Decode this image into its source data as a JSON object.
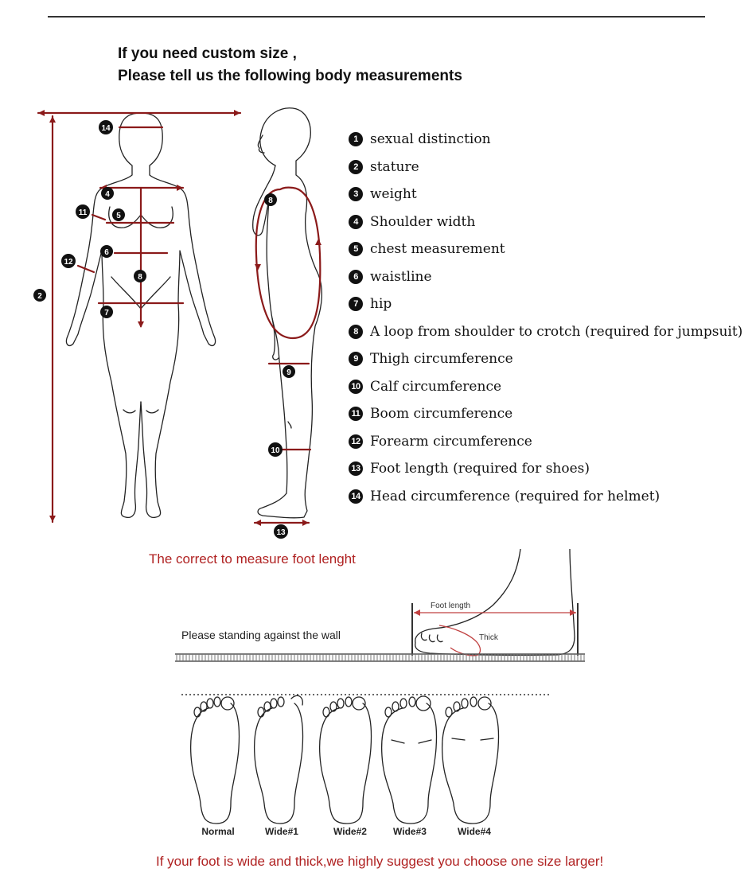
{
  "heading": {
    "line1": "If you need custom size ,",
    "line2": "Please tell us the following body measurements"
  },
  "measurements": [
    {
      "num": "1",
      "label": "sexual distinction"
    },
    {
      "num": "2",
      "label": "stature"
    },
    {
      "num": "3",
      "label": "weight"
    },
    {
      "num": "4",
      "label": "Shoulder width"
    },
    {
      "num": "5",
      "label": "chest measurement"
    },
    {
      "num": "6",
      "label": "waistline"
    },
    {
      "num": "7",
      "label": "hip"
    },
    {
      "num": "8",
      "label": "A loop from shoulder to crotch (required for jumpsuit)"
    },
    {
      "num": "9",
      "label": "Thigh circumference"
    },
    {
      "num": "10",
      "label": "Calf circumference"
    },
    {
      "num": "11",
      "label": "Boom circumference"
    },
    {
      "num": "12",
      "label": "Forearm circumference"
    },
    {
      "num": "13",
      "label": "Foot length (required for shoes)"
    },
    {
      "num": "14",
      "label": "Head circumference (required for helmet)"
    }
  ],
  "figure_markers": {
    "m2": "2",
    "m4": "4",
    "m5": "5",
    "m6": "6",
    "m7": "7",
    "m8": "8",
    "m9": "9",
    "m10": "10",
    "m11": "11",
    "m12": "12",
    "m13": "13",
    "m14": "14"
  },
  "foot_section": {
    "title": "The correct to measure foot lenght",
    "wall_text": "Please standing against the wall",
    "foot_length_label": "Foot length",
    "thick_label": "Thick",
    "widths": [
      "Normal",
      "Wide#1",
      "Wide#2",
      "Wide#3",
      "Wide#4"
    ],
    "bottom_note": "If your foot is wide and thick,we highly suggest you choose one size larger!"
  },
  "colors": {
    "measure_line": "#8b1a1a",
    "red_text": "#b02222",
    "outline": "#222222"
  }
}
